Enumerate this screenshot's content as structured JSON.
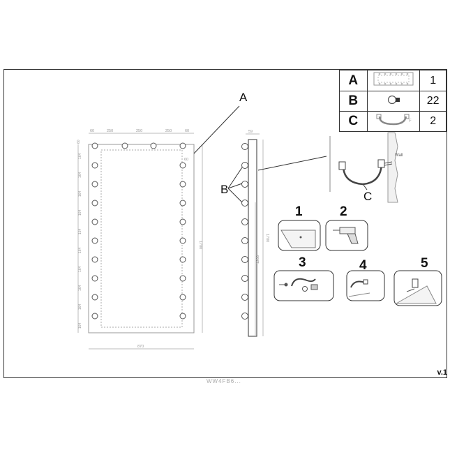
{
  "parts_table": [
    {
      "letter": "A",
      "icon": "mirror-icon",
      "qty": "1"
    },
    {
      "letter": "B",
      "icon": "bulb-icon",
      "qty": "22"
    },
    {
      "letter": "C",
      "icon": "bracket-icon",
      "qty": "2"
    }
  ],
  "callouts": {
    "a": "A",
    "b": "B",
    "c": "C"
  },
  "front_view": {
    "top_dims": [
      "60",
      "250",
      "250",
      "250",
      "60"
    ],
    "side_dims": [
      "60",
      "164",
      "164",
      "164",
      "164",
      "164",
      "164",
      "164",
      "164",
      "164",
      "164"
    ],
    "inner_dim": "60",
    "height_dim": "1700",
    "width_dim": "870"
  },
  "side_view": {
    "depth_dim": "59",
    "height_dim": "1700",
    "mount_dim": "1200"
  },
  "wall_label": "Wall",
  "steps": [
    "1",
    "2",
    "3",
    "4",
    "5"
  ],
  "version": "v.1",
  "footer": "WW4FB6..."
}
